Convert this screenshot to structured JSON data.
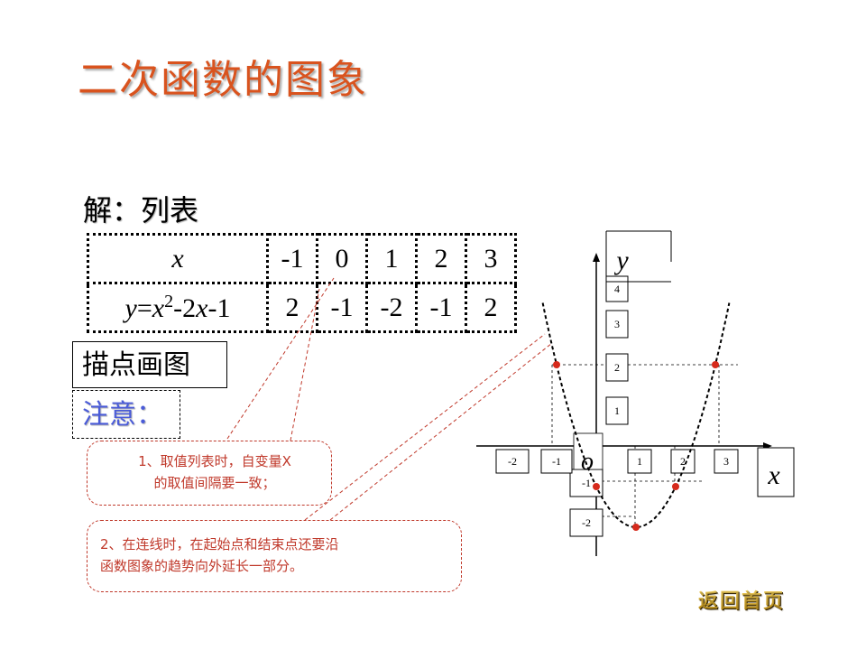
{
  "title": "二次函数的图象",
  "solution_label": "解：列表",
  "table": {
    "row1_head": "x",
    "row1_values": [
      "-1",
      "0",
      "1",
      "2",
      "3"
    ],
    "row2_head": {
      "y": "y",
      "eq": "=",
      "x": "x",
      "sup": "2",
      "rest1": "-2",
      "x2": "x",
      "rest2": "-1"
    },
    "row2_values": [
      "2",
      "-1",
      "-2",
      "-1",
      "2"
    ]
  },
  "plot_points_button": "描点画图",
  "note_label": "注意：",
  "callout1": {
    "line1": "1、取值列表时，自变量X",
    "line2": "的取值间隔要一致；"
  },
  "callout2": {
    "line1": "2、在连线时，在起始点和结束点还要沿",
    "line2": "函数图象的趋势向外延长一部分。"
  },
  "graph": {
    "y_axis_label": "y",
    "x_axis_label": "x",
    "origin_label": "o",
    "x_ticks": [
      "-2",
      "-1",
      "1",
      "2",
      "3"
    ],
    "y_ticks": [
      "4",
      "3",
      "2",
      "1",
      "-1",
      "-2"
    ],
    "points": [
      [
        -1,
        2
      ],
      [
        0,
        -1
      ],
      [
        1,
        -2
      ],
      [
        2,
        -1
      ],
      [
        3,
        2
      ]
    ],
    "point_color": "#d62a1c"
  },
  "home_button": "返回首页",
  "colors": {
    "title": "#d9531e",
    "note": "#4a5bd8",
    "callout": "#c0392b"
  }
}
